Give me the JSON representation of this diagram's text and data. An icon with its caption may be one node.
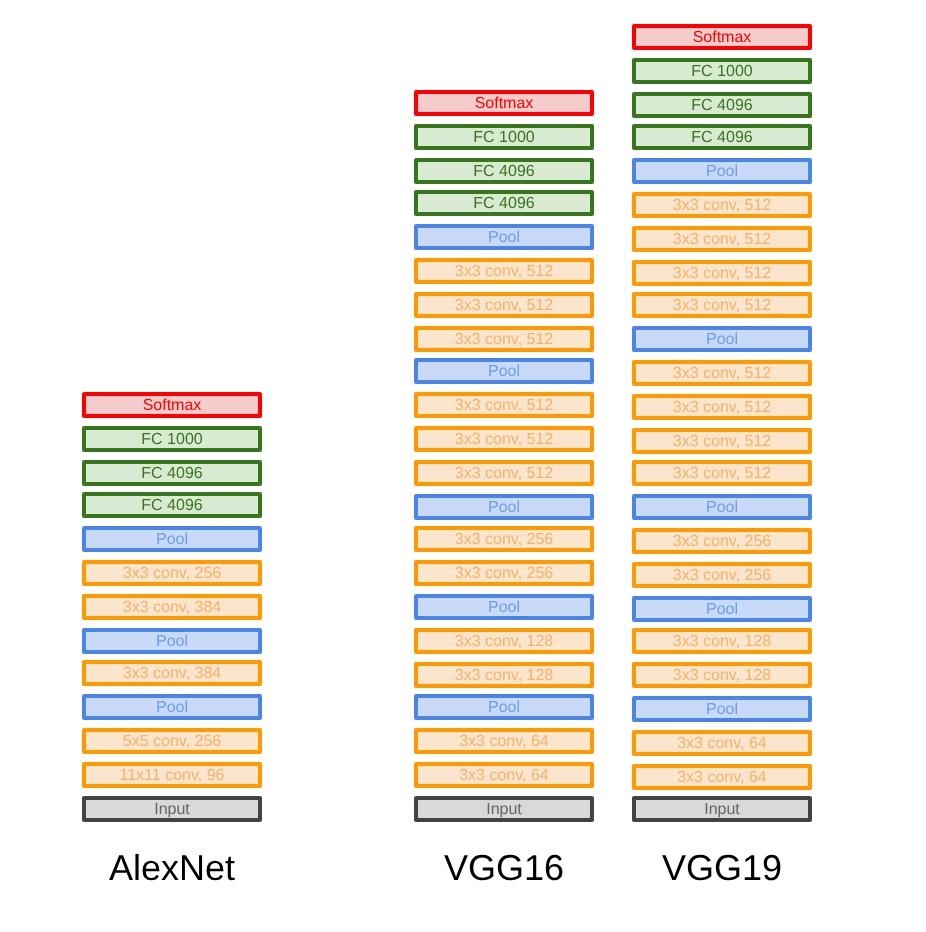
{
  "diagram": {
    "nodes": [
      {
        "text": [
          "Softmax"
        ]
      },
      {
        "text": [
          "FC 1000"
        ]
      },
      {
        "text": [
          "FC 4096"
        ]
      },
      {
        "text": [
          "FC 4096"
        ]
      },
      {
        "text": [
          "Pool"
        ]
      },
      {
        "text": [
          "3x3 conv, 256"
        ]
      },
      {
        "text": [
          "3x3 conv, 384"
        ]
      },
      {
        "text": [
          "Pool"
        ]
      },
      {
        "text": [
          "3x3 conv, 384"
        ]
      },
      {
        "text": [
          "Pool"
        ]
      },
      {
        "text": [
          "5x5 conv, 256"
        ]
      },
      {
        "text": [
          "11x11 conv, 96"
        ]
      },
      {
        "text": [
          "Input"
        ]
      },
      {
        "text": [
          "Softmax"
        ]
      },
      {
        "text": [
          "FC 1000"
        ]
      },
      {
        "text": [
          "FC 4096"
        ]
      },
      {
        "text": [
          "FC 4096"
        ]
      },
      {
        "text": [
          "Pool"
        ]
      },
      {
        "text": [
          "3x3 conv, 512"
        ]
      },
      {
        "text": [
          "3x3 conv, 512"
        ]
      },
      {
        "text": [
          "3x3 conv, 512"
        ]
      },
      {
        "text": [
          "Pool"
        ]
      },
      {
        "text": [
          "3x3 conv, 512"
        ]
      },
      {
        "text": [
          "3x3 conv, 512"
        ]
      },
      {
        "text": [
          "3x3 conv, 512"
        ]
      },
      {
        "text": [
          "Pool"
        ]
      },
      {
        "text": [
          "3x3 conv, 256"
        ]
      },
      {
        "text": [
          "3x3 conv, 256"
        ]
      },
      {
        "text": [
          "Pool"
        ]
      },
      {
        "text": [
          "3x3 conv, 128"
        ]
      },
      {
        "text": [
          "3x3 conv, 128"
        ]
      },
      {
        "text": [
          "Pool"
        ]
      },
      {
        "text": [
          "3x3 conv, 64"
        ]
      },
      {
        "text": [
          "3x3 conv, 64"
        ]
      },
      {
        "text": [
          "Input"
        ]
      },
      {
        "text": [
          "Softmax"
        ]
      },
      {
        "text": [
          "FC 1000"
        ]
      },
      {
        "text": [
          "FC 4096"
        ]
      },
      {
        "text": [
          "FC 4096"
        ]
      },
      {
        "text": [
          "Pool"
        ]
      },
      {
        "text": [
          "3x3 conv, 512"
        ]
      },
      {
        "text": [
          "3x3 conv, 512"
        ]
      },
      {
        "text": [
          "3x3 conv, 512"
        ]
      },
      {
        "text": [
          "3x3 conv, 512"
        ]
      },
      {
        "text": [
          "Pool"
        ]
      },
      {
        "text": [
          "3x3 conv, 512"
        ]
      },
      {
        "text": [
          "3x3 conv, 512"
        ]
      },
      {
        "text": [
          "3x3 conv, 512"
        ]
      },
      {
        "text": [
          "3x3 conv, 512"
        ]
      },
      {
        "text": [
          "Pool"
        ]
      },
      {
        "text": [
          "3x3 conv, 256"
        ]
      },
      {
        "text": [
          "3x3 conv, 256"
        ]
      },
      {
        "text": [
          "Pool"
        ]
      },
      {
        "text": [
          "3x3 conv, 128"
        ]
      },
      {
        "text": [
          "3x3 conv, 128"
        ]
      },
      {
        "text": [
          "Pool"
        ]
      },
      {
        "text": [
          "3x3 conv, 64"
        ]
      },
      {
        "text": [
          "3x3 conv, 64"
        ]
      },
      {
        "text": [
          "Input"
        ]
      }
    ],
    "labels": [
      "AlexNet",
      "VGG16",
      "VGG19"
    ]
  }
}
